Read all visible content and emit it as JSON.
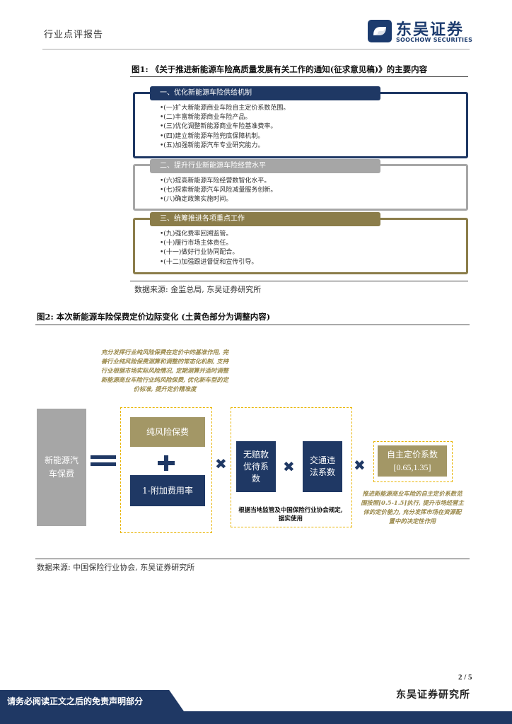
{
  "header": {
    "report_type": "行业点评报告",
    "logo_cn": "东吴证券",
    "logo_en": "SOOCHOW SECURITIES"
  },
  "figure1": {
    "title": "图1: 《关于推进新能源车险高质量发展有关工作的通知(征求意见稿)》的主要内容",
    "sections": [
      {
        "heading": "一、优化新能源车险供给机制",
        "items": [
          "•(一)扩大新能源商业车险自主定价系数范围。",
          "•(二)丰富新能源商业车险产品。",
          "•(三)优化调整新能源商业车险基准费率。",
          "•(四)建立新能源车险兜底保障机制。",
          "•(五)加强新能源汽车专业研究能力。"
        ]
      },
      {
        "heading": "二、提升行业新能源车险经营水平",
        "items": [
          "•(六)提高新能源车险经营数智化水平。",
          "•(七)探索新能源汽车风险减量服务创新。",
          "•(八)确定政策实施时间。"
        ]
      },
      {
        "heading": "三、统筹推进各项重点工作",
        "items": [
          "•(九)强化费率回溯监管。",
          "•(十)履行市场主体责任。",
          "•(十一)做好行业协同配合。",
          "•(十二)加强跟进督促和宣传引导。"
        ]
      }
    ],
    "source": "数据来源: 金监总局, 东吴证券研究所",
    "colors": {
      "section1": "#1f3864",
      "section2": "#a6a6a6",
      "section3": "#8b7d4a"
    }
  },
  "figure2": {
    "title": "图2: 本次新能源车险保费定价边际变化 (土黄色部分为调整内容)",
    "note_top": "充分发挥行业纯风险保费在定价中的基准作用, 完善行业纯风险保费测算和调整的常态化机制, 支持行业根据市场实际风险情况, 定期测算并适时调整新能源商业车险行业纯风险保费, 优化新车型的定价标准, 提升定价精准度",
    "premium_box": "新能源汽车保费",
    "equals": "=",
    "pure_risk_box": "纯风险保费",
    "plus": "+",
    "loading_box": "1-附加费用率",
    "times": "✖",
    "ncd_box": "无赔款优待系数",
    "traffic_box": "交通违法系数",
    "middle_note": "根据当地监管及中国保险行业协会规定, 据实使用",
    "self_pricing_box": "自主定价系数",
    "self_pricing_range": "[0.65,1.35]",
    "note_right": "推进新能源商业车险的自主定价系数范围按照[0.5-1.5]执行, 提升市场经营主体的定价能力, 充分发挥市场在资源配置中的决定性作用",
    "source": "数据来源: 中国保险行业协会, 东吴证券研究所"
  },
  "footer": {
    "page": "2 / 5",
    "org": "东吴证券研究所",
    "disclaimer": "请务必阅读正文之后的免责声明部分"
  }
}
